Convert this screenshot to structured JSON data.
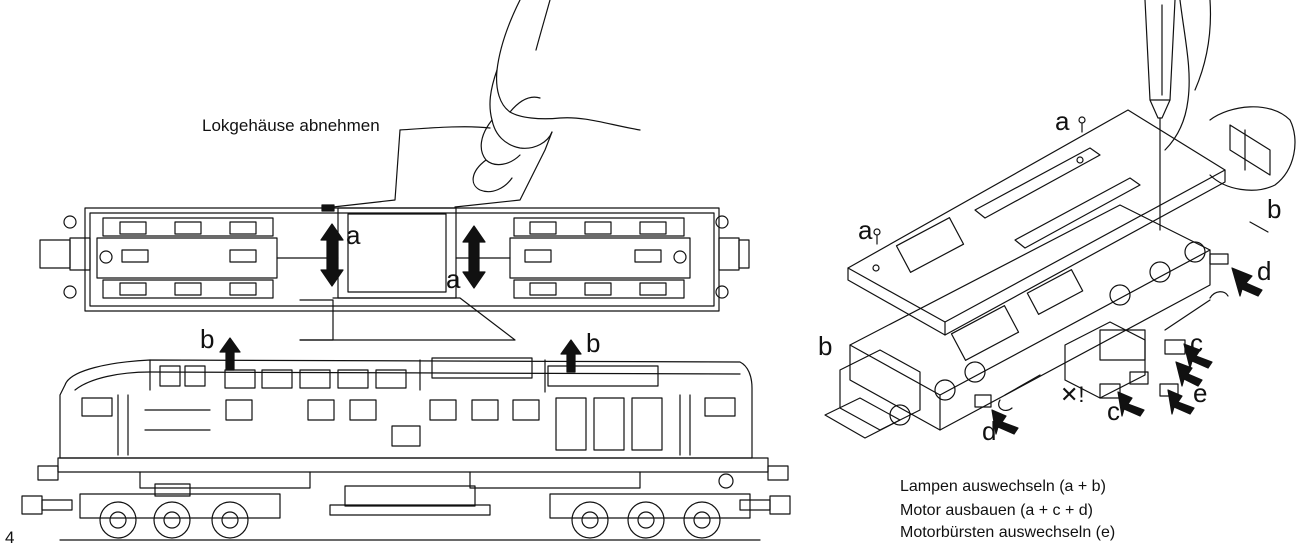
{
  "page": {
    "number": "4"
  },
  "left_figure": {
    "caption": "Lokgehäuse abnehmen",
    "labels": {
      "a_upper_left": "a",
      "a_center": "a",
      "b_left": "b",
      "b_right": "b"
    }
  },
  "right_figure": {
    "labels": {
      "a_top": "a",
      "a_left": "a",
      "b_right": "b",
      "b_left": "b",
      "c_upper": "c",
      "c_lower": "c",
      "d_upper": "d",
      "d_lower": "d",
      "e": "e",
      "warning": "✕!"
    },
    "instructions": [
      "Lampen auswechseln (a + b)",
      "Motor ausbauen (a + c + d)",
      "Motorbürsten auswechseln (e)"
    ]
  }
}
